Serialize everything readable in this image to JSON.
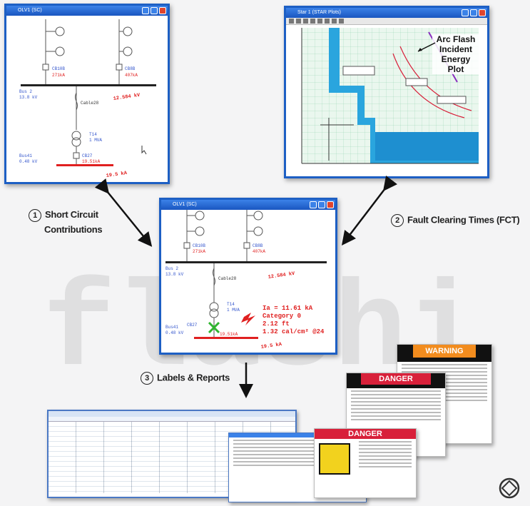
{
  "win_sc": {
    "title": "OLV1 (SC)"
  },
  "win_fct": {
    "title": "Star 1 (STAR Plots)"
  },
  "win_mid": {
    "title": "OLV1 (SC)"
  },
  "diagram": {
    "cb1": "CB10B",
    "cb1_val": "271kA",
    "cb2": "CB8B",
    "cb2_val": "407kA",
    "bus2_name": "Bus 2",
    "bus2_kv": "13.8 kV",
    "bus2_fault": "12.584 kV",
    "cable": "Cable28",
    "tr_name": "T14",
    "tr_rating": "1 MVA",
    "bus41_name": "Bus41",
    "bus41_kv": "0.48 kV",
    "cb27": "CB27",
    "cb27_val": "19.51kA",
    "bus41_fault": "19.5 kA"
  },
  "arc_flash": {
    "ia": "Ia = 11.61 kA",
    "category": "Category 0",
    "fct": "2.12 ft",
    "energy": "1.32 cal/cm² @24"
  },
  "callout_arc": "Arc Flash Incident Energy Plot",
  "step1": {
    "num": "1",
    "line1": "Short Circuit",
    "line2": "Contributions"
  },
  "step2": {
    "num": "2",
    "text": "Fault Clearing Times (FCT)"
  },
  "step3": {
    "num": "3",
    "text": "Labels & Reports"
  },
  "labels": {
    "warning": "WARNING",
    "danger": "DANGER",
    "danger2": "DANGER"
  },
  "colors": {
    "window_border": "#1d5fc4",
    "fault_text": "#e02020",
    "bus_text": "#3355cc"
  }
}
